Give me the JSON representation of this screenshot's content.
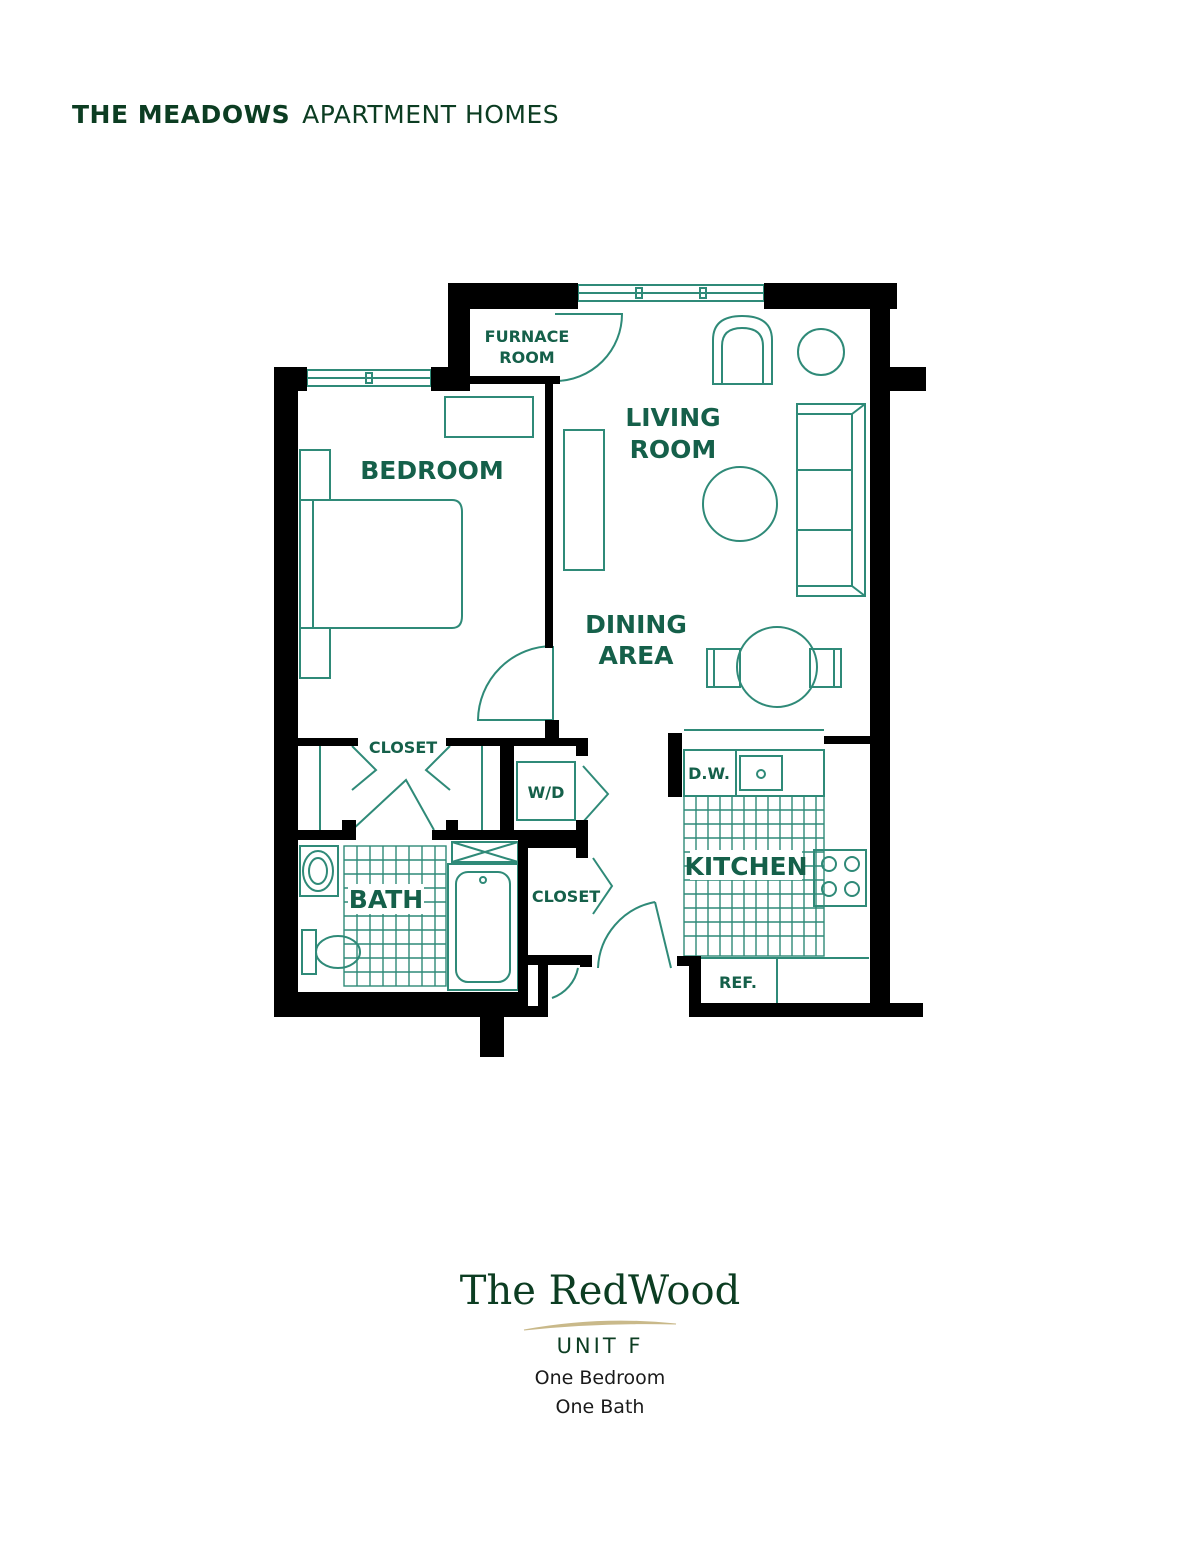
{
  "header": {
    "brand": "THE MEADOWS",
    "subtitle": "APARTMENT HOMES"
  },
  "rooms": {
    "furnace_line1": "FURNACE",
    "furnace_line2": "ROOM",
    "living_line1": "LIVING",
    "living_line2": "ROOM",
    "bedroom": "BEDROOM",
    "dining_line1": "DINING",
    "dining_line2": "AREA",
    "closet_bedroom": "CLOSET",
    "washer_dryer": "W/D",
    "dishwasher": "D.W.",
    "kitchen": "KITCHEN",
    "bath": "BATH",
    "closet_hall": "CLOSET",
    "refrigerator": "REF."
  },
  "plan": {
    "name": "The RedWood",
    "unit": "UNIT F",
    "bedrooms": "One Bedroom",
    "baths": "One Bath"
  },
  "colors": {
    "wall": "#000000",
    "fixture": "#2f8a78",
    "label": "#15604a",
    "brand": "#0c3d22",
    "swoosh": "#c9b98a"
  }
}
